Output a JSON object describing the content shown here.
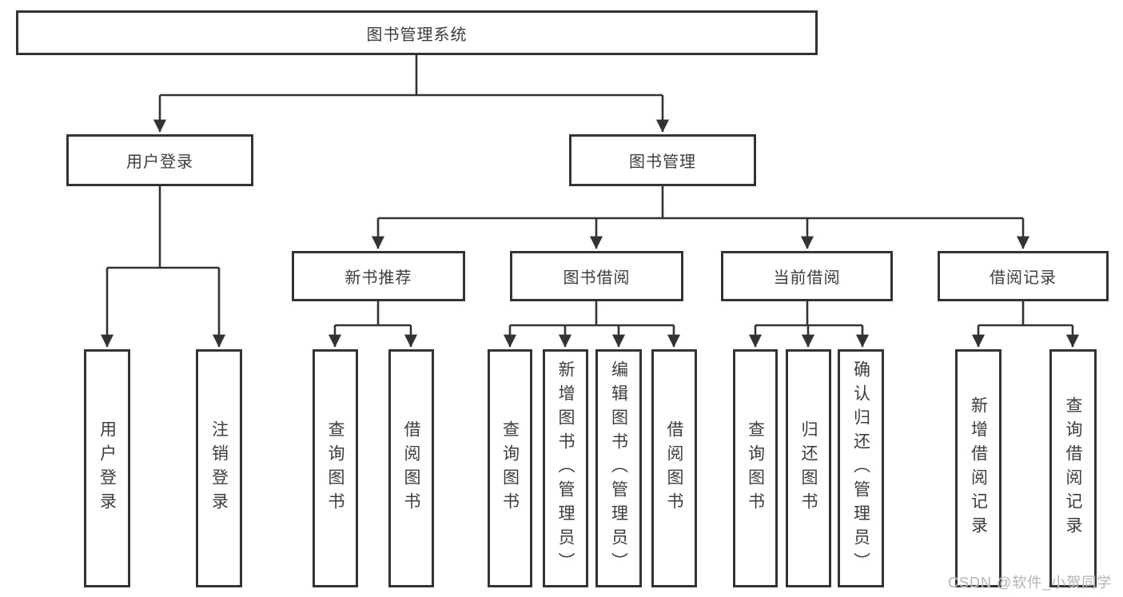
{
  "diagram": {
    "root": {
      "label": "图书管理系统"
    },
    "branches": [
      {
        "label": "用户登录",
        "children": [
          {
            "label": "用户登录"
          },
          {
            "label": "注销登录"
          }
        ]
      },
      {
        "label": "图书管理",
        "sections": [
          {
            "label": "新书推荐",
            "children": [
              {
                "label": "查询图书"
              },
              {
                "label": "借阅图书"
              }
            ]
          },
          {
            "label": "图书借阅",
            "children": [
              {
                "label": "查询图书"
              },
              {
                "label": "新增图书（管理员）"
              },
              {
                "label": "编辑图书（管理员）"
              },
              {
                "label": "借阅图书"
              }
            ]
          },
          {
            "label": "当前借阅",
            "children": [
              {
                "label": "查询图书"
              },
              {
                "label": "归还图书"
              },
              {
                "label": "确认归还（管理员）"
              }
            ]
          },
          {
            "label": "借阅记录",
            "children": [
              {
                "label": "新增借阅记录"
              },
              {
                "label": "查询借阅记录"
              }
            ]
          }
        ]
      }
    ],
    "colors": {
      "line": "#333333",
      "box_border": "#333333",
      "text": "#3d3d3d",
      "watermark": "#b3b3b3"
    }
  },
  "watermark": {
    "text": "CSDN @软件_小贺同学"
  }
}
